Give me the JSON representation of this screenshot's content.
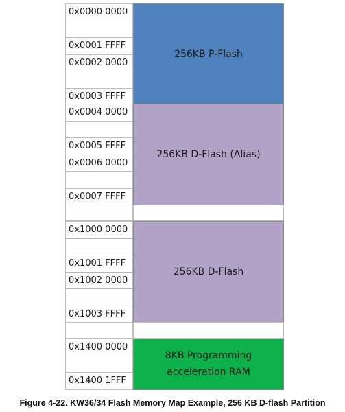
{
  "colors": {
    "pflash": "#4f81bd",
    "dflash_alias": "#b3a2c7",
    "dflash": "#b3a2c7",
    "ram": "#0db14b"
  },
  "sections": [
    {
      "region_label": [
        "256KB P-Flash"
      ],
      "color_key": "pflash",
      "addresses": [
        "0x0000 0000",
        "",
        "0x0001 FFFF",
        "0x0002 0000",
        "",
        "0x0003 FFFF"
      ]
    },
    {
      "region_label": [
        "256KB D-Flash (Alias)"
      ],
      "color_key": "dflash_alias",
      "addresses": [
        "0x0004 0000",
        "",
        "0x0005 FFFF",
        "0x0006 0000",
        "",
        "0x0007 FFFF"
      ]
    },
    {
      "region_label": [
        "256KB D-Flash"
      ],
      "color_key": "dflash",
      "addresses": [
        "0x1000 0000",
        "",
        "0x1001 FFFF",
        "0x1002 0000",
        "",
        "0x1003 FFFF"
      ]
    },
    {
      "region_label": [
        "8KB Programming",
        "acceleration RAM"
      ],
      "color_key": "ram",
      "addresses": [
        "0x1400 0000",
        "",
        "0x1400 1FFF"
      ]
    }
  ],
  "caption": "Figure 4-22. KW36/34 Flash Memory Map Example, 256 KB D-flash Partition"
}
